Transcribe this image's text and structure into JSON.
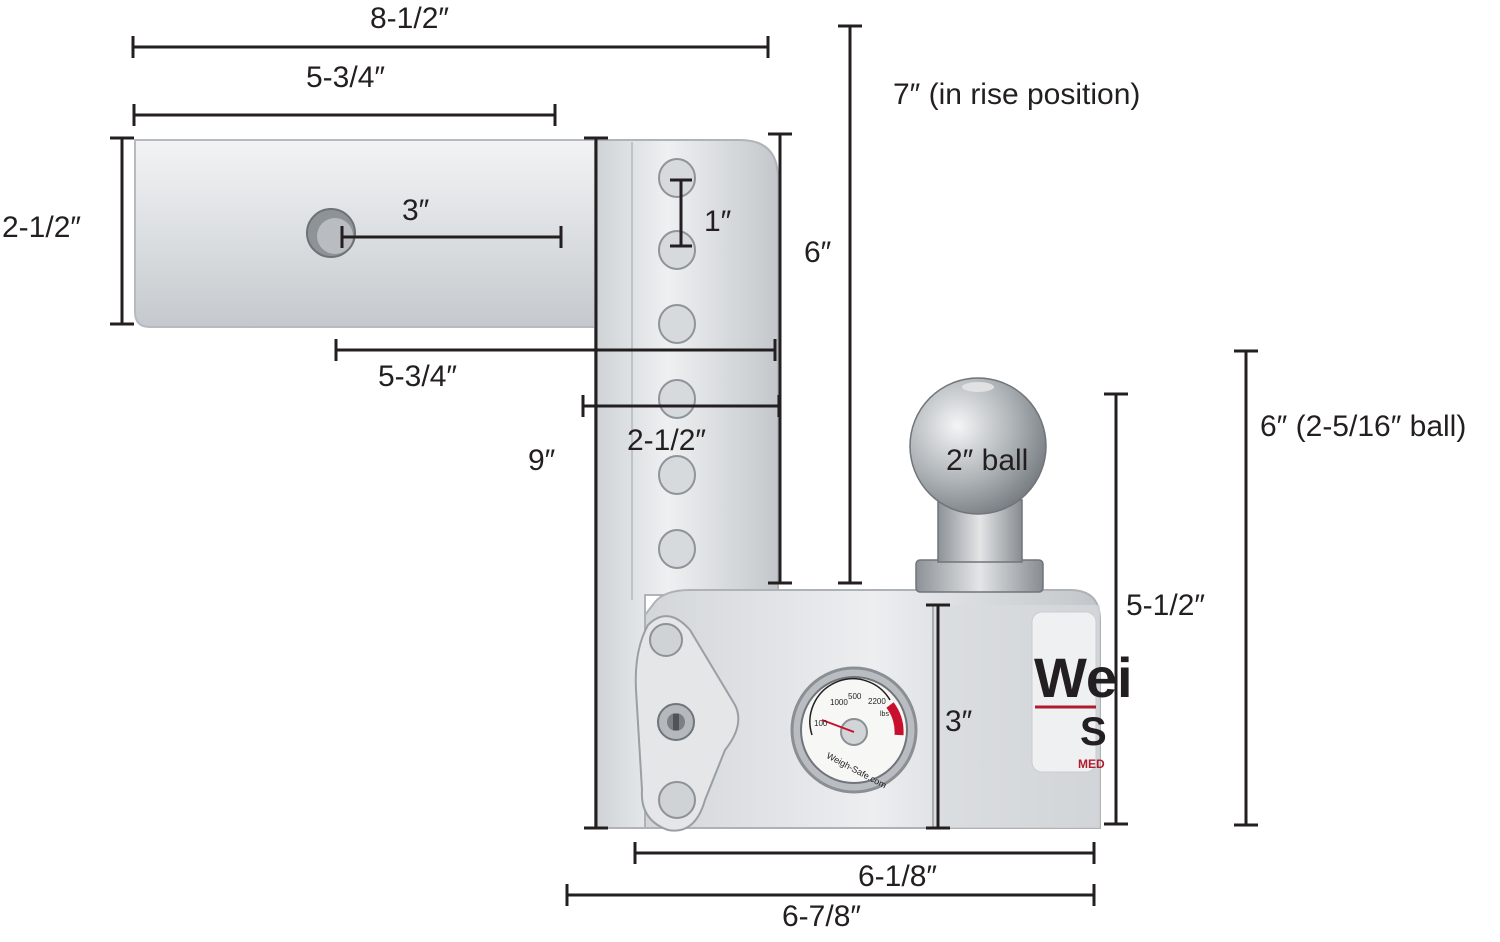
{
  "labels": {
    "top_overall": "8-1/2″",
    "top_shank": "5-3/4″",
    "shank_height": "2-1/2″",
    "pin_offset": "3″",
    "hole_spacing": "1″",
    "drop_span": "6″",
    "rise": "7″ (in rise position)",
    "mid_length": "5-3/4″",
    "vertical_width": "2-1/2″",
    "vertical_height": "9″",
    "ball_label": "2″ ball",
    "head_height": "5-1/2″",
    "ball_height_alt": "6″ (2-5/16″ ball)",
    "lower_height": "3″",
    "head_length": "6-1/8″",
    "overall_bottom": "6-7/8″"
  },
  "product": {
    "brand_fragment_1": "Wei",
    "brand_fragment_2": "S",
    "brand_fragment_3": "MED",
    "gauge_url": "Weigh-Safe.com",
    "gauge_scale": [
      "100",
      "1000",
      "500",
      "2200",
      "lbs"
    ]
  },
  "colors": {
    "line": "#231f20",
    "metal_light": "#e6e8ea",
    "metal_mid": "#c9cdd0",
    "metal_dark": "#9fa4a8",
    "gauge_red": "#c8102e",
    "brand_red": "#b01c2e"
  }
}
